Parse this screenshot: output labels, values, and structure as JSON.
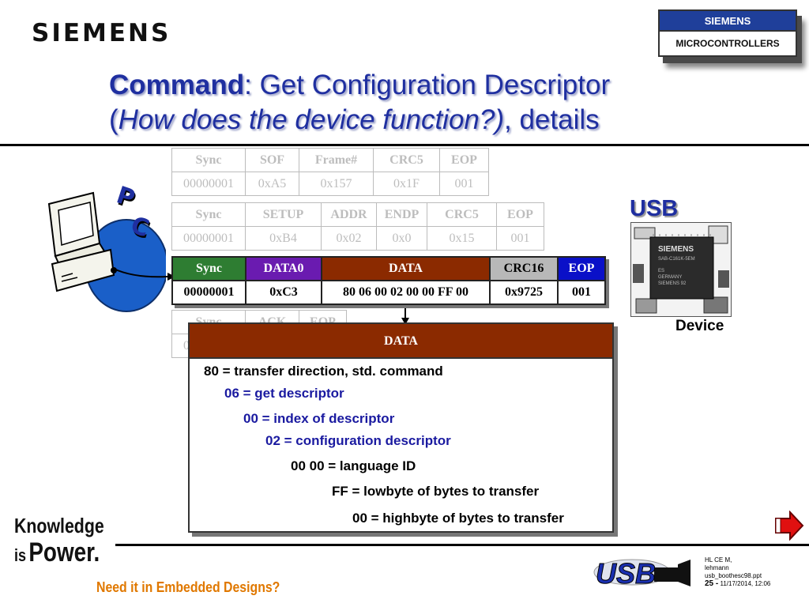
{
  "brand": "SIEMENS",
  "chip_box": {
    "top": "SIEMENS",
    "bottom": "MICROCONTROLLERS"
  },
  "title": {
    "bold": "Command",
    "rest1": ": Get Configuration Descriptor",
    "open": "(",
    "italic": "How does the device function?)",
    "rest2": ", details"
  },
  "packets": {
    "sof": {
      "headers": [
        "Sync",
        "SOF",
        "Frame#",
        "CRC5",
        "EOP"
      ],
      "values": [
        "00000001",
        "0xA5",
        "0x157",
        "0x1F",
        "001"
      ]
    },
    "setup": {
      "headers": [
        "Sync",
        "SETUP",
        "ADDR",
        "ENDP",
        "CRC5",
        "EOP"
      ],
      "values": [
        "00000001",
        "0xB4",
        "0x02",
        "0x0",
        "0x15",
        "001"
      ]
    },
    "data": {
      "headers": [
        "Sync",
        "DATA0",
        "DATA",
        "CRC16",
        "EOP"
      ],
      "values": [
        "00000001",
        "0xC3",
        "80 06 00 02 00 00 FF 00",
        "0x9725",
        "001"
      ],
      "header_colors": [
        "#2e7d32",
        "#6a1bb0",
        "#8b2a00",
        "#b8b8b8",
        "#0a10c8"
      ]
    },
    "ack": {
      "headers": [
        "Sync",
        "ACK",
        "EOP"
      ],
      "values": [
        "00000001",
        "",
        ""
      ]
    }
  },
  "detail": {
    "header": "DATA",
    "lines": [
      {
        "text": "80 = transfer direction, std. command",
        "color": "#000000"
      },
      {
        "text": "06 = get descriptor",
        "color": "#1a1aa0"
      },
      {
        "text": "00 = index of descriptor",
        "color": "#1a1aa0"
      },
      {
        "text": "02 = configuration descriptor",
        "color": "#1a1aa0"
      },
      {
        "text": "00 00 = language ID",
        "color": "#000000"
      },
      {
        "text": "FF = lowbyte of bytes to transfer",
        "color": "#000000"
      },
      {
        "text": "00 = highbyte of bytes to transfer",
        "color": "#000000"
      }
    ]
  },
  "pc_letters": [
    "P",
    "C"
  ],
  "usb_label": "USB",
  "device_label": "Device",
  "device_chip_text": [
    "SIEMENS",
    "SAB-C161K-5EM",
    "ES",
    "GERMANY",
    "SIEMENS 92"
  ],
  "knowledge": {
    "line1": "Knowledge",
    "line2_small": "is",
    "line2_big": "Power."
  },
  "tagline": "Need it in Embedded Designs?",
  "usb_logo_text": "USB",
  "meta": {
    "line1": "HL CE M,",
    "line2": "lehmann",
    "line3": "usb_boothesc98.ppt",
    "page": "25 -",
    "date": "11/17/2014, 12:06"
  },
  "colors": {
    "title_blue": "#1f2fa0",
    "data_brown": "#8b2a00",
    "tagline_orange": "#e07800"
  }
}
